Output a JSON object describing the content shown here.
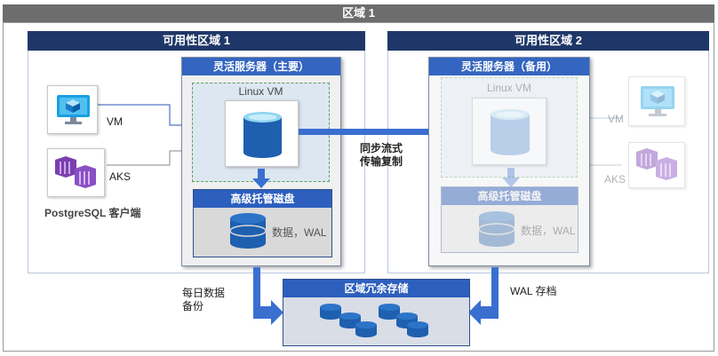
{
  "region": {
    "title": "区域 1"
  },
  "zones": [
    {
      "title": "可用性区域 1"
    },
    {
      "title": "可用性区域 2"
    }
  ],
  "primary": {
    "server_title": "灵活服务器（主要）",
    "vm_label": "Linux VM",
    "disk_title": "高级托管磁盘",
    "disk_text": "数据，WAL"
  },
  "standby": {
    "server_title": "灵活服务器（备用）",
    "vm_label": "Linux VM",
    "disk_title": "高级托管磁盘",
    "disk_text": "数据，WAL"
  },
  "clients": {
    "vm_label": "VM",
    "aks_label": "AKS",
    "caption": "PostgreSQL 客户端"
  },
  "standby_clients": {
    "vm_label": "VM",
    "aks_label": "AKS"
  },
  "replication": {
    "line1": "同步流式",
    "line2": "传输复制"
  },
  "backup": {
    "line1": "每日数据",
    "line2": "备份"
  },
  "wal_archive": {
    "label": "WAL 存档"
  },
  "storage": {
    "title": "区域冗余存储"
  },
  "colors": {
    "region_header": "#6d6d6d",
    "zone_header": "#1f3768",
    "server_header": "#3465c0",
    "arrow": "#3a6fd0",
    "db_blue": "#1f5fb0"
  },
  "icons": [
    "vm-monitor-icon",
    "aks-icon",
    "database-icon",
    "disk-icon",
    "storage-icon",
    "arrow-icon"
  ]
}
